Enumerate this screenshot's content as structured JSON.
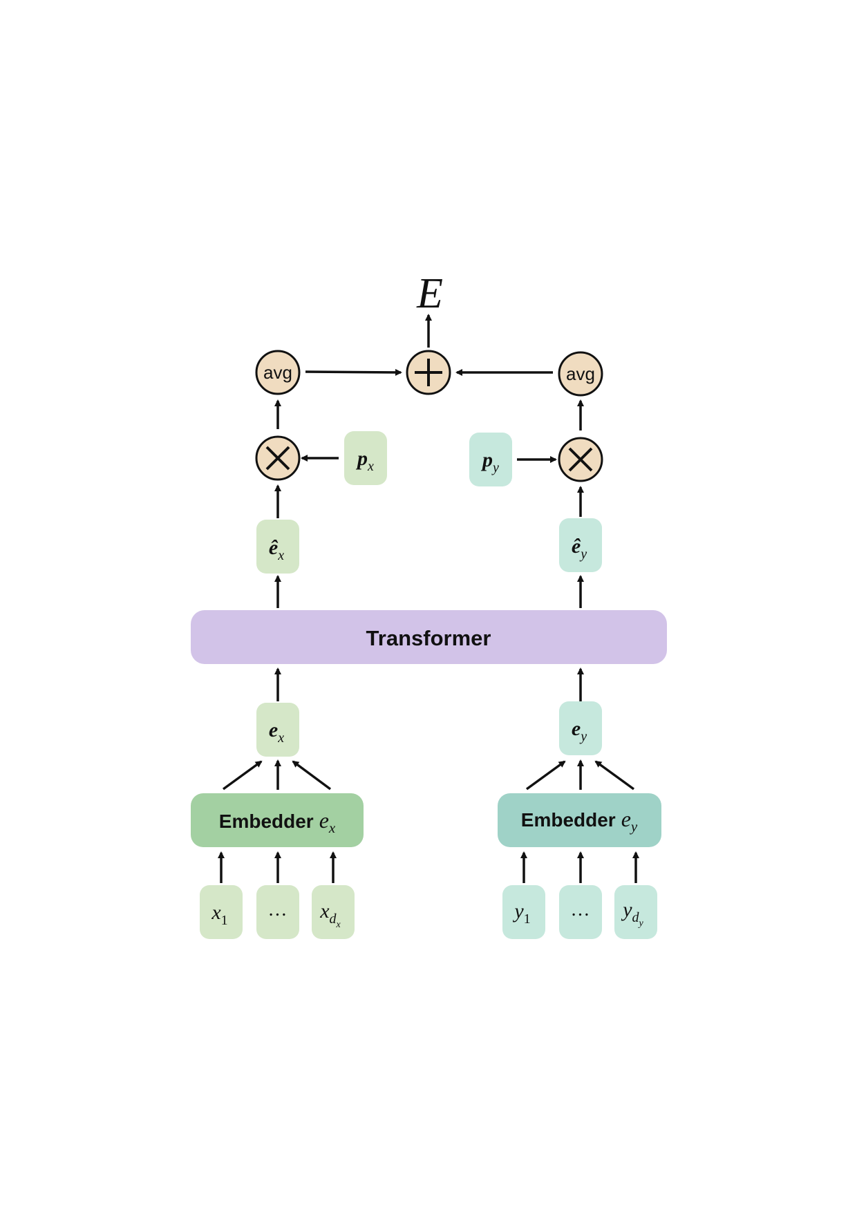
{
  "output": {
    "symbol": "E"
  },
  "operators": {
    "sum": "+",
    "avg_left": "avg",
    "avg_right": "avg",
    "mult_left": "×",
    "mult_right": "×"
  },
  "x_branch": {
    "p": {
      "base": "p",
      "sub": "x"
    },
    "e_hat": {
      "base": "ê",
      "sub": "x"
    },
    "e": {
      "base": "e",
      "sub": "x"
    },
    "embedder": {
      "label": "Embedder",
      "base": "e",
      "sub": "x"
    },
    "inputs": [
      {
        "base": "x",
        "sub": "1"
      },
      {
        "text": "…"
      },
      {
        "base": "x",
        "sub": "d",
        "subsub": "x"
      }
    ]
  },
  "y_branch": {
    "p": {
      "base": "p",
      "sub": "y"
    },
    "e_hat": {
      "base": "ê",
      "sub": "y"
    },
    "e": {
      "base": "e",
      "sub": "y"
    },
    "embedder": {
      "label": "Embedder",
      "base": "e",
      "sub": "y"
    },
    "inputs": [
      {
        "base": "y",
        "sub": "1"
      },
      {
        "text": "…"
      },
      {
        "base": "y",
        "sub": "d",
        "subsub": "y"
      }
    ]
  },
  "transformer": {
    "label": "Transformer"
  },
  "colors": {
    "x_light": "#d5e7c8",
    "x_embedder": "#a3d0a2",
    "y_light": "#c6e8dd",
    "y_embedder": "#9fd2c7",
    "transformer": "#d2c3e8",
    "operator": "#f0dcc0"
  }
}
